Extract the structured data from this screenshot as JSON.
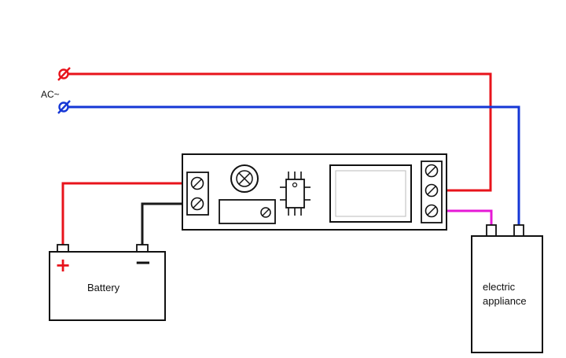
{
  "labels": {
    "ac": "AC~",
    "battery": "Battery",
    "battery_plus": "+",
    "battery_minus": "−",
    "appliance_line1": "electric",
    "appliance_line2": "appliance"
  },
  "colors": {
    "live_wire": "#e8131b",
    "neutral_wire": "#1537d6",
    "dc_negative_wire": "#1a1a1a",
    "load_wire": "#e619d6",
    "outline": "#111111"
  }
}
